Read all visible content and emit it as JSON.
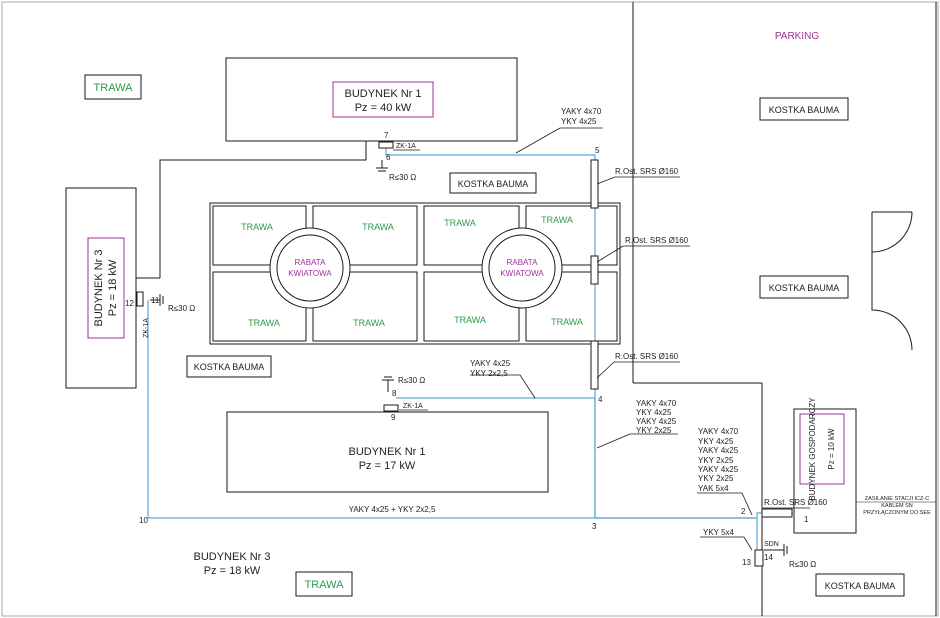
{
  "colors": {
    "outline": "#1a1a1a",
    "cable": "#5aa9d8",
    "grass_text": "#2e9a4a",
    "flower_text": "#a0309a"
  },
  "labels": {
    "parking": "PARKING",
    "trawa_top": "TRAWA",
    "trawa_bottom": "TRAWA",
    "kostka_top_right": "KOSTKA BAUMA",
    "kostka_center": "KOSTKA BAUMA",
    "kostka_left": "KOSTKA BAUMA",
    "kostka_mid_right": "KOSTKA BAUMA",
    "kostka_bottom_right": "KOSTKA BAUMA"
  },
  "buildings": {
    "top": {
      "name": "BUDYNEK Nr 1",
      "power": "Pz = 40 kW"
    },
    "left": {
      "name": "BUDYNEK Nr 3",
      "power": "Pz = 18 kW"
    },
    "middle": {
      "name": "BUDYNEK Nr 1",
      "power": "Pz = 17 kW"
    },
    "bottom_left": {
      "name": "BUDYNEK Nr 3",
      "power": "Pz = 18 kW"
    },
    "gospodarczy": {
      "name": "BUDYNEK GOSPODARCZY",
      "power": "Pz = 10 kW"
    }
  },
  "garden": {
    "trawa": [
      "TRAWA",
      "TRAWA",
      "TRAWA",
      "TRAWA",
      "TRAWA",
      "TRAWA",
      "TRAWA",
      "TRAWA"
    ],
    "rabata_line1": "RABATA",
    "rabata_line2": "KWIATOWA"
  },
  "cables": {
    "top_line1": "YAKY 4x70",
    "top_line2": "YKY 4x25",
    "mid_line1": "YAKY 4x25",
    "mid_line2": "YKY 2x2,5",
    "right_block_a": [
      "YAKY 4x70",
      "YKY 4x25",
      "YAKY 4x25",
      "YKY 2x25"
    ],
    "right_block_b": [
      "YAKY 4x70",
      "YKY 4x25",
      "YAKY 4x25",
      "YKY 2x25",
      "YAKY 4x25",
      "YKY 2x25",
      "YAK 5x4"
    ],
    "bottom_run": "YAKY 4x25 + YKY 2x2,5",
    "sdn_feed": "YKY 5x4"
  },
  "conduits": {
    "c1": "R.Ost. SRS Ø160",
    "c2": "R.Ost. SRS Ø160",
    "c3": "R.Ost. SRS Ø160",
    "c4": "R.Ost. SRS Ø160"
  },
  "equipment": {
    "zk_top": "ZK-1A",
    "zk_mid": "ZK-1A",
    "zk_left": "ZK-1A",
    "sdn": "SDN"
  },
  "ground": {
    "g1": "R≤30 Ω",
    "g2": "R≤30 Ω",
    "g3": "R≤30 Ω",
    "g4": "R≤30 Ω"
  },
  "nodes": [
    "1",
    "2",
    "3",
    "4",
    "5",
    "6",
    "7",
    "8",
    "9",
    "10",
    "11",
    "12",
    "13",
    "14"
  ],
  "note_line1": "ZASILANIE STACJI ICZ-C",
  "note_line2": "KABLEM SN",
  "note_line3": "PRZYŁĄCZONYM DO SEE"
}
